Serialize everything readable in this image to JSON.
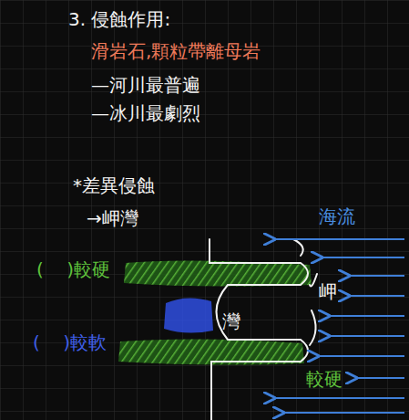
{
  "diagram": {
    "title": "3. 侵蝕作用:",
    "labels": [
      "滑岩石,顆粒帶離母岩",
      "—河川最普遍",
      "—冰川最劇烈",
      "*差異侵蝕",
      "→岬灣",
      "海流",
      "(    )較硬",
      "岬",
      "灣",
      "(    )較軟",
      "較硬"
    ]
  }
}
